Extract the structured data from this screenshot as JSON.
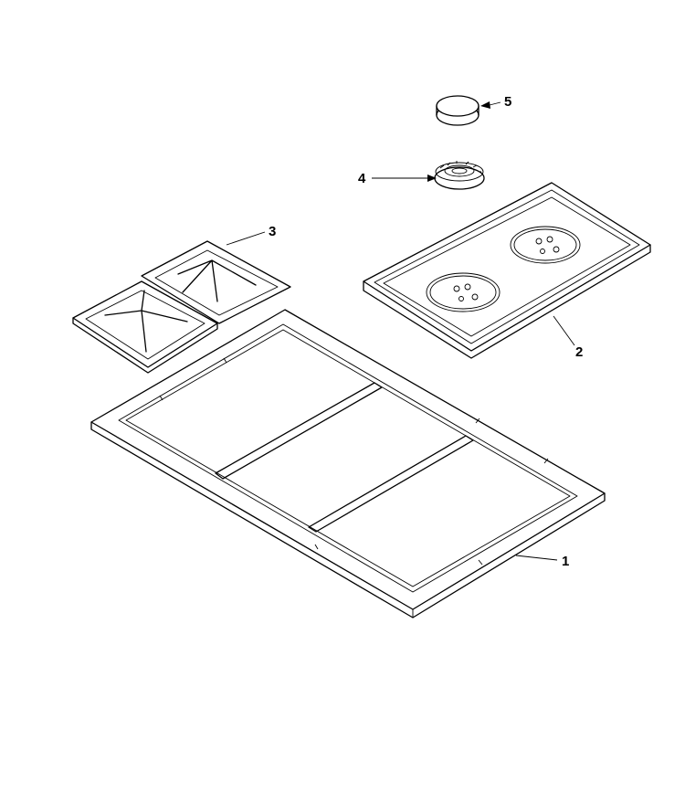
{
  "callouts": [
    {
      "num": "1",
      "part": "frame-1"
    },
    {
      "num": "2",
      "part": "tray-2"
    },
    {
      "num": "3",
      "part": "grates-3"
    },
    {
      "num": "4",
      "part": "burner-head-4"
    },
    {
      "num": "5",
      "part": "burner-cap-5"
    }
  ],
  "colors": {
    "line": "#000000",
    "background": "#ffffff"
  }
}
